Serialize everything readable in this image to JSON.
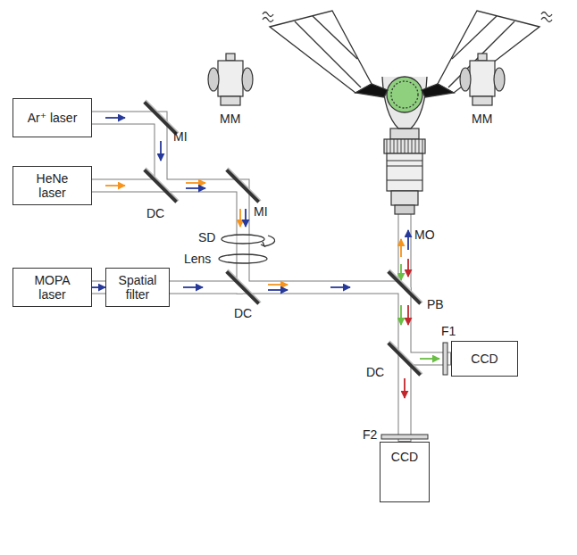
{
  "diagram": {
    "nodes": [
      {
        "text": [
          "Ar⁺ laser"
        ]
      },
      {
        "text": [
          "HeNe laser"
        ]
      },
      {
        "text": [
          "MOPA laser"
        ]
      },
      {
        "text": [
          "Spatial filter"
        ]
      },
      {
        "text": [
          "CCD"
        ]
      },
      {
        "text": [
          "CCD"
        ]
      }
    ],
    "edges": [
      {
        "from": 2,
        "to": 3,
        "arrow": "to"
      }
    ],
    "labels": [
      "MM",
      "MM",
      "MO",
      "MI",
      "DC",
      "MI",
      "SD",
      "Lens",
      "DC",
      "PB",
      "DC",
      "F1",
      "F2"
    ]
  }
}
